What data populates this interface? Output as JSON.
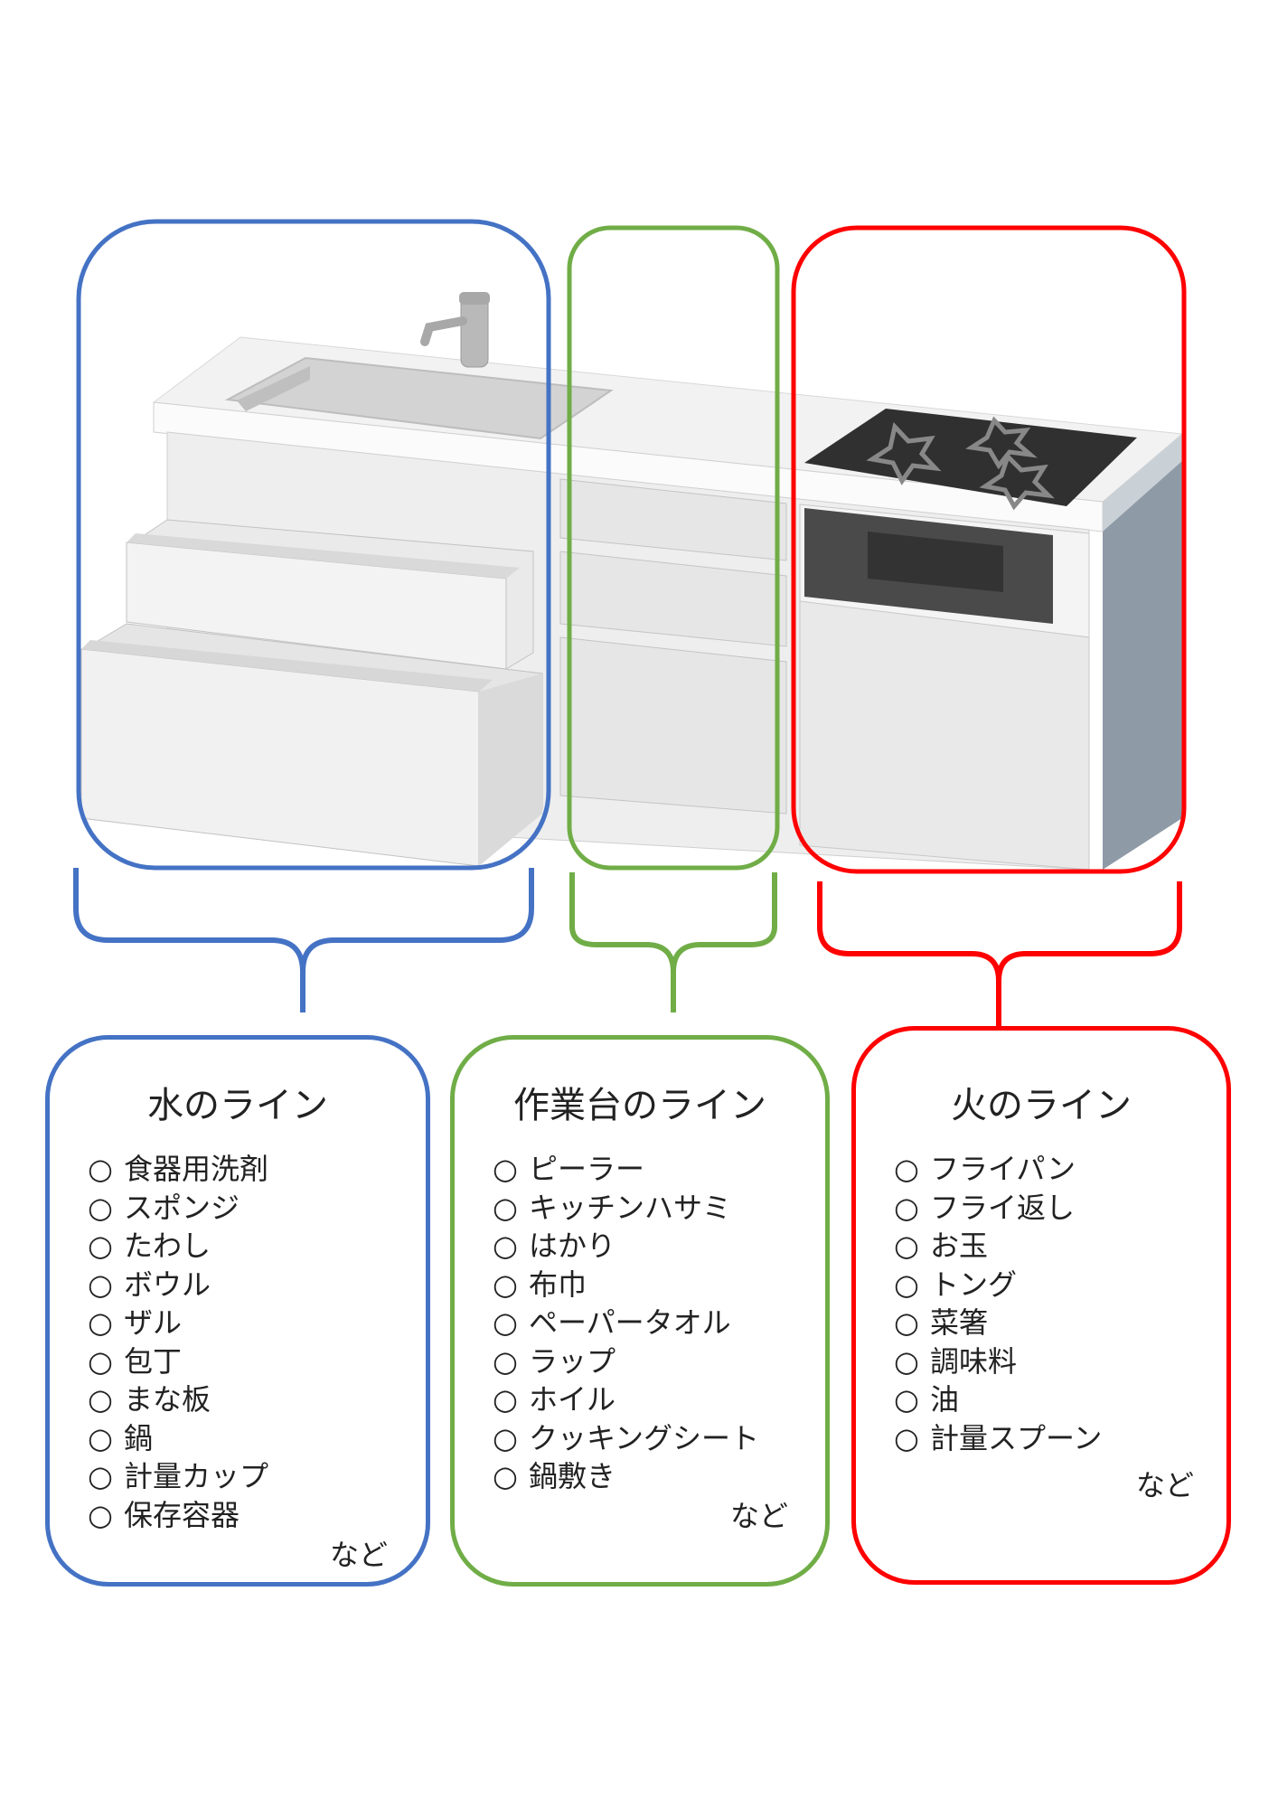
{
  "zones": [
    {
      "id": "water",
      "color": "#4472c4",
      "title": "水のライン",
      "marker": "○",
      "items": [
        "食器用洗剤",
        "スポンジ",
        "たわし",
        "ボウル",
        "ザル",
        "包丁",
        "まな板",
        "鍋",
        "計量カップ",
        "保存容器"
      ],
      "etc": "など"
    },
    {
      "id": "worktop",
      "color": "#70ad47",
      "title": "作業台のライン",
      "marker": "○",
      "items": [
        "ピーラー",
        "キッチンハサミ",
        "はかり",
        "布巾",
        "ペーパータオル",
        "ラップ",
        "ホイル",
        "クッキングシート",
        "鍋敷き"
      ],
      "etc": "など"
    },
    {
      "id": "fire",
      "color": "#ff0000",
      "title": "火のライン",
      "marker": "○",
      "items": [
        "フライパン",
        "フライ返し",
        "お玉",
        "トング",
        "菜箸",
        "調味料",
        "油",
        "計量スプーン"
      ],
      "etc": "など"
    }
  ]
}
